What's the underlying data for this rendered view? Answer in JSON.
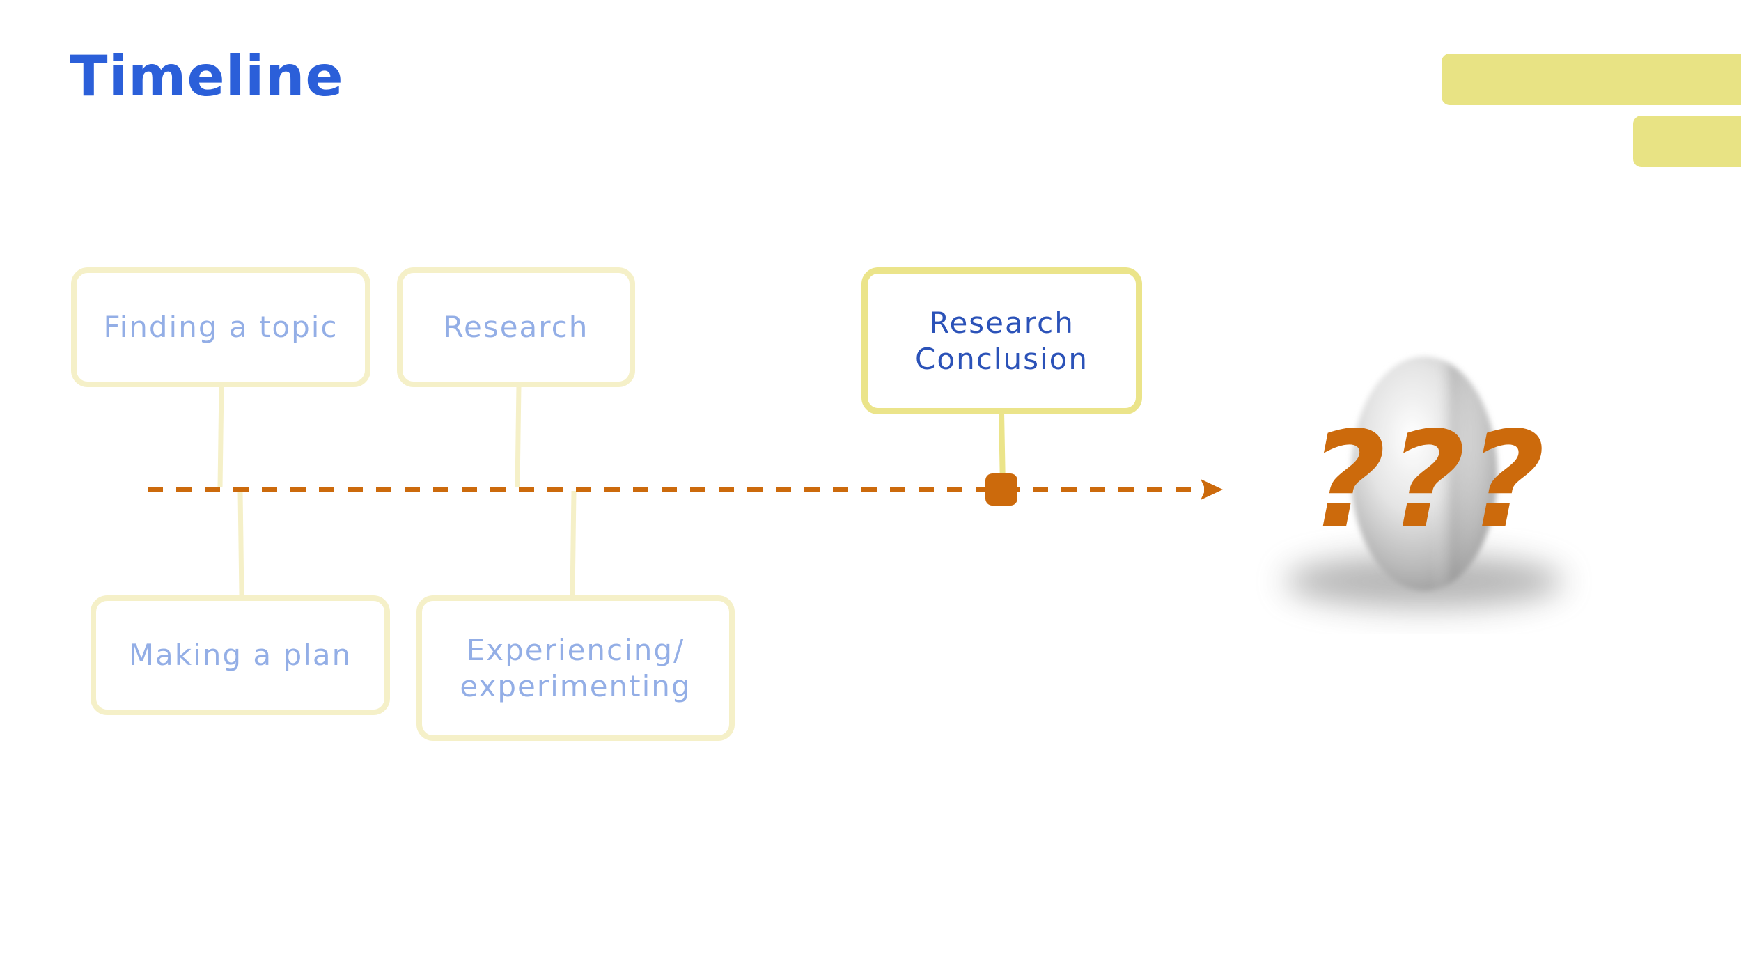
{
  "slide": {
    "title": "Timeline"
  },
  "timeline": {
    "steps": [
      {
        "id": "finding-topic",
        "label": "Finding a topic",
        "side": "top",
        "active": false
      },
      {
        "id": "research",
        "label": "Research",
        "side": "top",
        "active": false
      },
      {
        "id": "research-conclusion",
        "label": "Research\nConclusion",
        "side": "top",
        "active": true
      },
      {
        "id": "making-plan",
        "label": "Making a plan",
        "side": "bottom",
        "active": false
      },
      {
        "id": "experiencing",
        "label": "Experiencing/\nexperimenting",
        "side": "bottom",
        "active": false
      }
    ],
    "unknown_next": "???"
  },
  "colors": {
    "title": "#2b5fd9",
    "accent_bar": "#e8e384",
    "timeline_line": "#cc6a0c",
    "box_border_faded": "#f5f0c8",
    "box_border_active": "#ebe48a",
    "text_faded": "#93aee6",
    "text_active": "#2b52b8"
  },
  "icons": {
    "mystery": "egg-icon"
  }
}
